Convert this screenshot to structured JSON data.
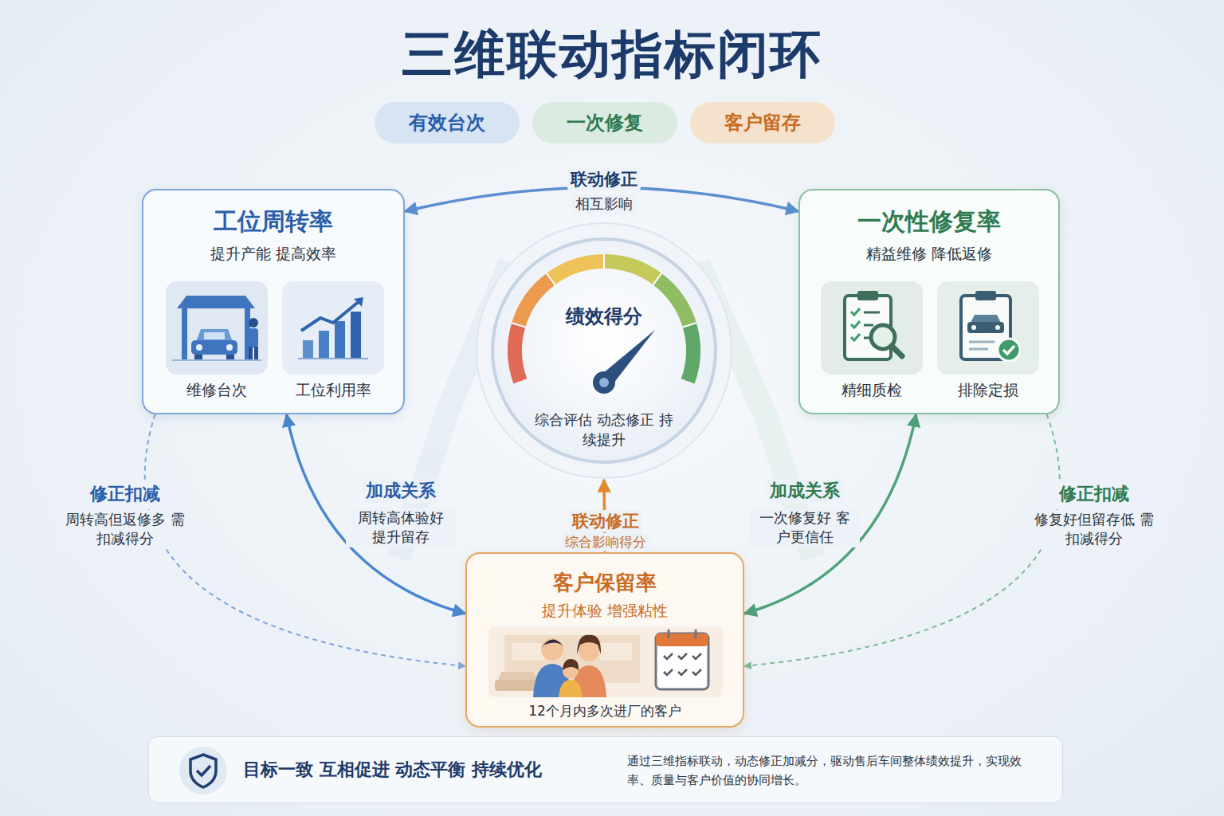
{
  "diagram": {
    "title": "三维联动指标闭环",
    "nodes": [
      {
        "text": [
          "有效台次"
        ]
      },
      {
        "text": [
          "一次修复"
        ]
      },
      {
        "text": [
          "客户留存"
        ]
      },
      {
        "text": [
          "工位周转率",
          "提升产能 提高效率"
        ]
      },
      {
        "text": [
          "维修台次"
        ],
        "in": 3
      },
      {
        "text": [
          "工位利用率"
        ],
        "in": 3
      },
      {
        "text": [
          "一次性修复率",
          "精益维修 降低返修"
        ]
      },
      {
        "text": [
          "精细质检"
        ],
        "in": 6
      },
      {
        "text": [
          "排除定损"
        ],
        "in": 6
      },
      {
        "text": [
          "绩效得分",
          "综合评估 动态修正 持续提升"
        ]
      },
      {
        "text": [
          "客户保留率",
          "提升体验 增强粘性",
          "12个月内多次进厂的客户"
        ]
      },
      {
        "text": [
          "目标一致 互相促进 动态平衡 持续优化",
          "通过三维指标联动，动态修正加减分，驱动售后车间整体绩效提升，实现效率、质量与客户价值的协同增长。"
        ]
      }
    ],
    "edges": [
      {
        "from": 3,
        "to": 6,
        "label": "联动修正",
        "arrow": "both"
      },
      {
        "from": 3,
        "to": 10,
        "label": "加成关系",
        "arrow": "both"
      },
      {
        "from": 6,
        "to": 10,
        "label": "加成关系",
        "arrow": "both"
      },
      {
        "from": 3,
        "to": 10,
        "label": "修正扣减",
        "arrow": "to"
      },
      {
        "from": 6,
        "to": 10,
        "label": "修正扣减",
        "arrow": "to"
      },
      {
        "from": 10,
        "to": 9,
        "label": "联动修正",
        "arrow": "to"
      }
    ],
    "labels": [
      "相互影响",
      "周转高体验好 提升留存",
      "一次修复好 客户更信任",
      "周转高但返修多 需扣减得分",
      "修复好但留存低 需扣减得分",
      "综合影响得分"
    ]
  }
}
